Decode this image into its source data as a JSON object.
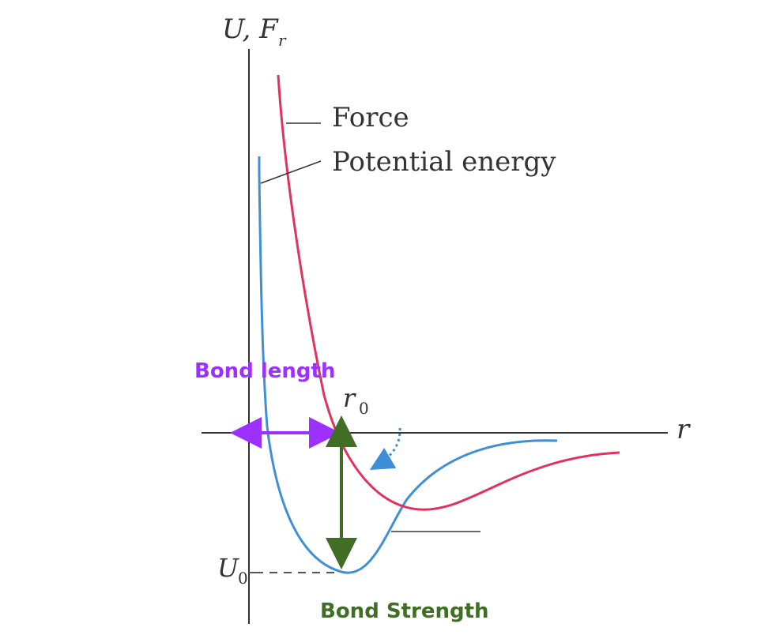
{
  "labels": {
    "axis_y": "U, F",
    "axis_y_sub": "r",
    "axis_x": "r",
    "force": "Force",
    "potential_energy": "Potential energy",
    "r0_main": "r",
    "r0_sub": "0",
    "u0_main": "U",
    "u0_sub": "0",
    "bond_length": "Bond length",
    "bond_strength": "Bond Strength"
  },
  "colors": {
    "axis": "#333333",
    "force_curve": "#e0325d",
    "potential_curve": "#3f8fd6",
    "bond_length_arrow": "#9b30ff",
    "bond_strength_arrow": "#3f6e24",
    "leader": "#333333",
    "dashed": "#555555",
    "dotted_arrow": "#3f8fd6"
  }
}
